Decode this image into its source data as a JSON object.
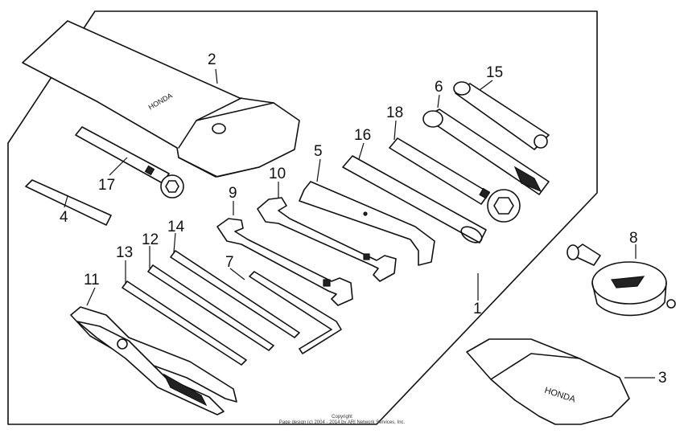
{
  "diagram": {
    "parts": [
      {
        "id": "part-1",
        "number": "1"
      },
      {
        "id": "part-2",
        "number": "2"
      },
      {
        "id": "part-3",
        "number": "3"
      },
      {
        "id": "part-4",
        "number": "4"
      },
      {
        "id": "part-5",
        "number": "5"
      },
      {
        "id": "part-6",
        "number": "6"
      },
      {
        "id": "part-7",
        "number": "7"
      },
      {
        "id": "part-8",
        "number": "8"
      },
      {
        "id": "part-9",
        "number": "9"
      },
      {
        "id": "part-10",
        "number": "10"
      },
      {
        "id": "part-11",
        "number": "11"
      },
      {
        "id": "part-12",
        "number": "12"
      },
      {
        "id": "part-13",
        "number": "13"
      },
      {
        "id": "part-14",
        "number": "14"
      },
      {
        "id": "part-15",
        "number": "15"
      },
      {
        "id": "part-16",
        "number": "16"
      },
      {
        "id": "part-17",
        "number": "17"
      },
      {
        "id": "part-18",
        "number": "18"
      }
    ],
    "brand_mark": "HONDA",
    "copyright_line1": "Copyright",
    "copyright_line2": "Page design (c) 2004 - 2014 by ARI Network Services, Inc."
  }
}
